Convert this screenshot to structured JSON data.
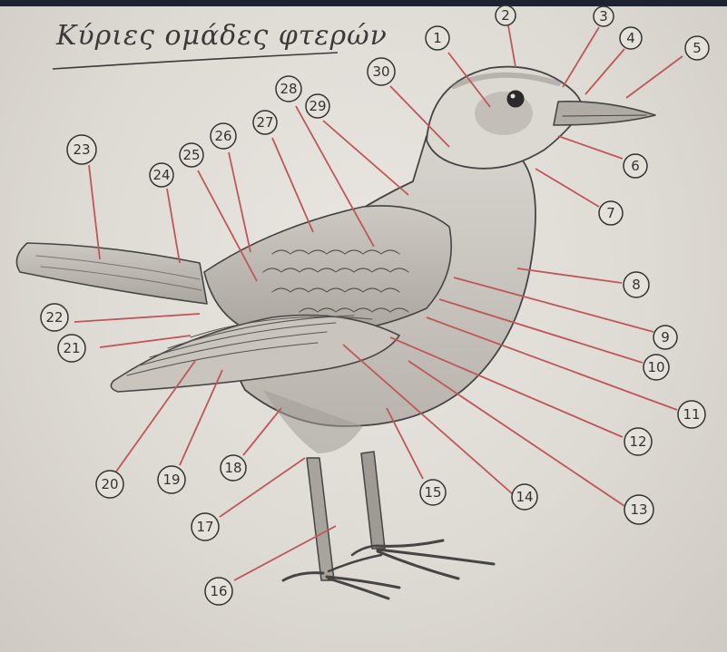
{
  "title": "Κύριες ομάδες φτερών",
  "colors": {
    "paper": "#e2ded8",
    "pencil": "#454545",
    "leader_line": "#c0565a"
  },
  "callouts": [
    {
      "id": "1",
      "label": "1"
    },
    {
      "id": "2",
      "label": "2"
    },
    {
      "id": "3",
      "label": "3"
    },
    {
      "id": "4",
      "label": "4"
    },
    {
      "id": "5",
      "label": "5"
    },
    {
      "id": "6",
      "label": "6"
    },
    {
      "id": "7",
      "label": "7"
    },
    {
      "id": "8",
      "label": "8"
    },
    {
      "id": "9",
      "label": "9"
    },
    {
      "id": "10",
      "label": "10"
    },
    {
      "id": "11",
      "label": "11"
    },
    {
      "id": "12",
      "label": "12"
    },
    {
      "id": "13",
      "label": "13"
    },
    {
      "id": "14",
      "label": "14"
    },
    {
      "id": "15",
      "label": "15"
    },
    {
      "id": "16",
      "label": "16"
    },
    {
      "id": "17",
      "label": "17"
    },
    {
      "id": "18",
      "label": "18"
    },
    {
      "id": "19",
      "label": "19"
    },
    {
      "id": "20",
      "label": "20"
    },
    {
      "id": "21",
      "label": "21"
    },
    {
      "id": "22",
      "label": "22"
    },
    {
      "id": "23",
      "label": "23"
    },
    {
      "id": "24",
      "label": "24"
    },
    {
      "id": "25",
      "label": "25"
    },
    {
      "id": "26",
      "label": "26"
    },
    {
      "id": "27",
      "label": "27"
    },
    {
      "id": "28",
      "label": "28"
    },
    {
      "id": "29",
      "label": "29"
    },
    {
      "id": "30",
      "label": "30"
    }
  ]
}
